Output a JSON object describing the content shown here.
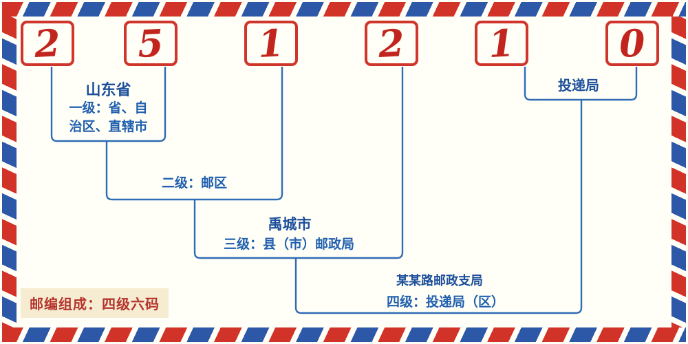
{
  "diagram": {
    "digits": [
      "2",
      "5",
      "1",
      "2",
      "1",
      "0"
    ],
    "level1": {
      "name": "山东省",
      "desc_line1": "一级：省、自",
      "desc_line2": "治区、直辖市"
    },
    "level2": {
      "desc": "二级：邮区"
    },
    "level3": {
      "name": "禹城市",
      "desc": "三级：县（市）邮政局"
    },
    "level4": {
      "name": "某某路邮政支局",
      "desc": "四级：投递局（区）"
    },
    "delivery": {
      "label": "投递局"
    },
    "footer": {
      "note": "邮编组成：四级六码"
    },
    "colors": {
      "digit_red": "#c2241e",
      "box_border_red": "#cf352b",
      "line_blue": "#2f6cb3",
      "text_blue": "#2060ae",
      "stripe_red": "#d23329",
      "stripe_blue": "#2d57a7",
      "note_red": "#b5342c",
      "note_background": "#f6ecd2",
      "background": "#fffef7"
    }
  }
}
